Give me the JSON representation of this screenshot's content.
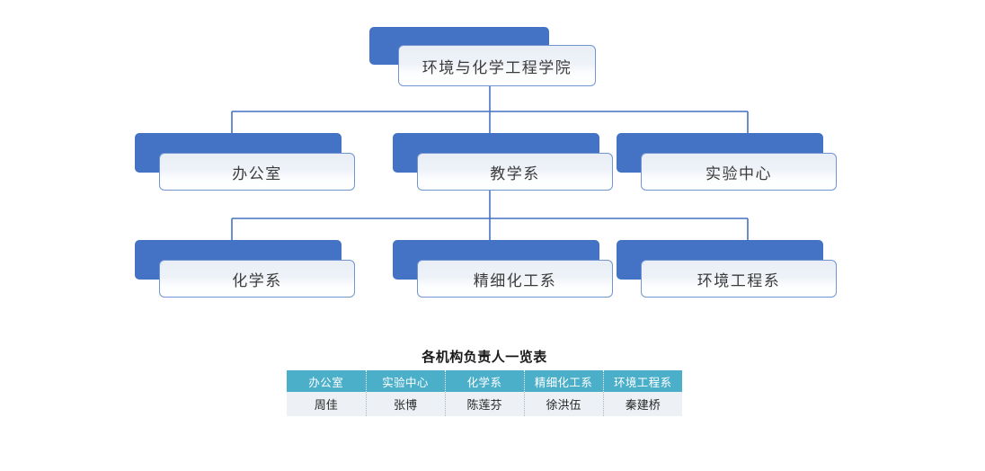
{
  "org_chart": {
    "root": {
      "label": "环境与化学工程学院"
    },
    "level2": [
      {
        "label": "办公室"
      },
      {
        "label": "教学系"
      },
      {
        "label": "实验中心"
      }
    ],
    "level3": [
      {
        "label": "化学系"
      },
      {
        "label": "精细化工系"
      },
      {
        "label": "环境工程系"
      }
    ],
    "colors": {
      "plate_blue": "#4472C4",
      "card_border": "#7095D0",
      "connector_line": "#4472C4",
      "card_text": "#3C3C3C"
    }
  },
  "table": {
    "title": "各机构负责人一览表",
    "headers": [
      "办公室",
      "实验中心",
      "化学系",
      "精细化工系",
      "环境工程系"
    ],
    "rows": [
      [
        "周佳",
        "张博",
        "陈莲芬",
        "徐洪伍",
        "秦建桥"
      ]
    ],
    "colors": {
      "header_bg": "#4BAFC9",
      "header_text": "#FFFFFF",
      "row_bg": "#EDF1F6",
      "row_text": "#262626"
    }
  }
}
